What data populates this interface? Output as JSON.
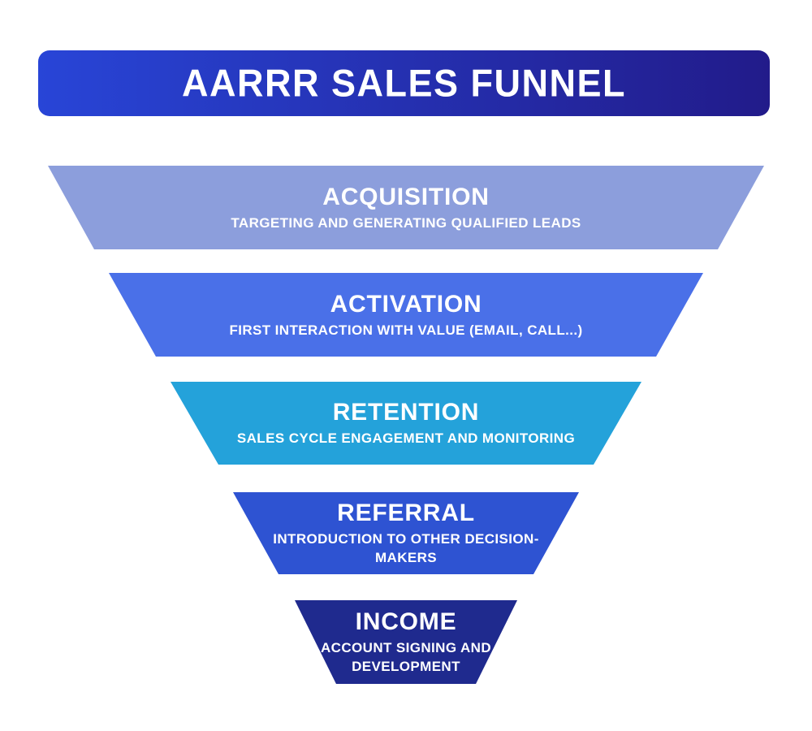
{
  "header": {
    "title": "AARRR SALES FUNNEL",
    "gradient_left": "#2845d7",
    "gradient_right": "#221b8a",
    "text_color": "#ffffff"
  },
  "funnel": {
    "background": "#ffffff",
    "text_color": "#ffffff",
    "segments": [
      {
        "id": "acquisition",
        "title": "ACQUISITION",
        "subtitle": "TARGETING AND GENERATING QUALIFIED LEADS",
        "color": "#8c9edc"
      },
      {
        "id": "activation",
        "title": "ACTIVATION",
        "subtitle": "FIRST INTERACTION WITH VALUE (EMAIL, CALL...)",
        "color": "#4a70e8"
      },
      {
        "id": "retention",
        "title": "RETENTION",
        "subtitle": "SALES CYCLE ENGAGEMENT AND MONITORING",
        "color": "#24a2da"
      },
      {
        "id": "referral",
        "title": "REFERRAL",
        "subtitle": "INTRODUCTION TO OTHER DECISION-\nMAKERS",
        "color": "#2e53d2"
      },
      {
        "id": "income",
        "title": "INCOME",
        "subtitle": "ACCOUNT SIGNING AND\nDEVELOPMENT",
        "color": "#1f2a8e"
      }
    ]
  }
}
